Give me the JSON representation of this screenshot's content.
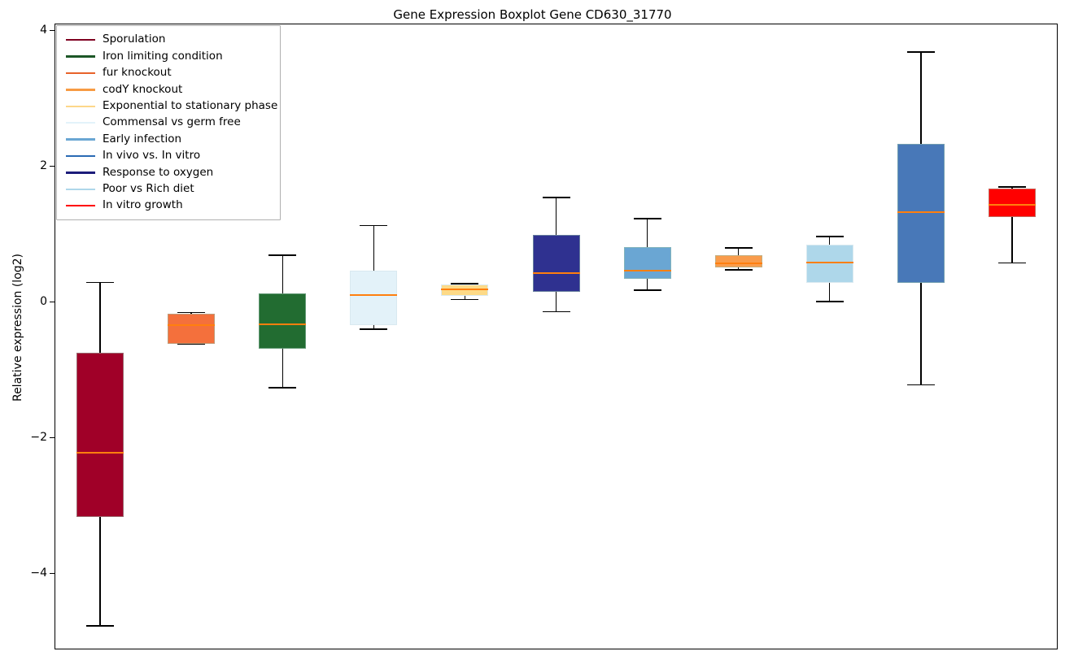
{
  "chart_data": {
    "type": "boxplot",
    "title": "Gene Expression Boxplot Gene CD630_31770",
    "xlabel": "",
    "ylabel": "Relative expression (log2)",
    "ylim": [
      -5.1,
      4.1
    ],
    "yticks": [
      4,
      2,
      0,
      -2,
      -4
    ],
    "ytick_labels": [
      "4",
      "2",
      "0",
      "−2",
      "−4"
    ],
    "grid": false,
    "legend_position": "upper left",
    "median_color": "#ff7f0e",
    "boxes": [
      {
        "label": "Sporulation",
        "color": "#a00028",
        "whisker_low": -4.78,
        "q1": -3.17,
        "median": -2.23,
        "q3": -0.75,
        "whisker_high": 0.28
      },
      {
        "label": "fur knockout",
        "color": "#f4703c",
        "whisker_low": -0.62,
        "q1": -0.62,
        "median": -0.35,
        "q3": -0.18,
        "whisker_high": -0.16
      },
      {
        "label": "Iron limiting condition",
        "color": "#226c31",
        "whisker_low": -1.27,
        "q1": -0.7,
        "median": -0.34,
        "q3": 0.12,
        "whisker_high": 0.68
      },
      {
        "label": "Commensal vs germ free",
        "color": "#e3f2f9",
        "whisker_low": -0.41,
        "q1": -0.35,
        "median": 0.09,
        "q3": 0.46,
        "whisker_high": 1.12
      },
      {
        "label": "Exponential to stationary phase",
        "color": "#fdda87",
        "whisker_low": 0.03,
        "q1": 0.08,
        "median": 0.18,
        "q3": 0.25,
        "whisker_high": 0.26
      },
      {
        "label": "Response to oxygen",
        "color": "#2f3190",
        "whisker_low": -0.15,
        "q1": 0.14,
        "median": 0.42,
        "q3": 0.98,
        "whisker_high": 1.53
      },
      {
        "label": "Early infection",
        "color": "#6aa6d3",
        "whisker_low": 0.17,
        "q1": 0.33,
        "median": 0.46,
        "q3": 0.8,
        "whisker_high": 1.22
      },
      {
        "label": "codY knockout",
        "color": "#f99c4c",
        "whisker_low": 0.47,
        "q1": 0.5,
        "median": 0.56,
        "q3": 0.68,
        "whisker_high": 0.79
      },
      {
        "label": "Poor vs Rich diet",
        "color": "#aed7ea",
        "whisker_low": 0.0,
        "q1": 0.27,
        "median": 0.57,
        "q3": 0.84,
        "whisker_high": 0.96
      },
      {
        "label": "In vivo vs. In vitro",
        "color": "#4878b8",
        "whisker_low": -1.23,
        "q1": 0.28,
        "median": 1.32,
        "q3": 2.32,
        "whisker_high": 3.68
      },
      {
        "label": "In vitro growth",
        "color": "#ff0000",
        "whisker_low": 0.57,
        "q1": 1.25,
        "median": 1.43,
        "q3": 1.66,
        "whisker_high": 1.69
      }
    ]
  },
  "legend": {
    "items": [
      {
        "label": "Sporulation",
        "color": "#7f0020"
      },
      {
        "label": "Iron limiting condition",
        "color": "#1c5727"
      },
      {
        "label": "fur knockout",
        "color": "#e8622a"
      },
      {
        "label": "codY knockout",
        "color": "#f79b43"
      },
      {
        "label": "Exponential to stationary phase",
        "color": "#fdd78a"
      },
      {
        "label": "Commensal vs germ free",
        "color": "#e3f3fa"
      },
      {
        "label": "Early infection",
        "color": "#6aa6d3"
      },
      {
        "label": "In vivo vs. In vitro",
        "color": "#2a6ab4"
      },
      {
        "label": "Response to oxygen",
        "color": "#1c1c7a"
      },
      {
        "label": "Poor vs Rich diet",
        "color": "#aed7ea"
      },
      {
        "label": "In vitro growth",
        "color": "#ff0000"
      }
    ]
  }
}
